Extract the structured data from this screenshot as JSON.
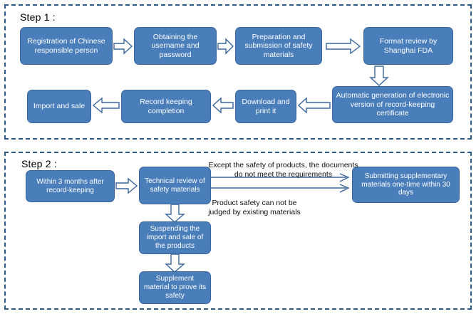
{
  "figure": {
    "kind": "flowchart",
    "accent_box_fill": "#4a7ebb",
    "accent_box_border": "#3a669c",
    "panel_border": "#2e5b8a",
    "background": "#ffffff"
  },
  "step1": {
    "title": "Step 1 :",
    "row1": [
      {
        "label": "Registration of Chinese responsible person"
      },
      {
        "label": "Obtaining the username and password"
      },
      {
        "label": "Preparation and submission of safety materials"
      },
      {
        "label": "Format review by Shanghai FDA"
      }
    ],
    "row2": [
      {
        "label": "Automatic generation of electronic version of record-keeping certificate"
      },
      {
        "label": "Download and print it"
      },
      {
        "label": "Record keeping completion"
      },
      {
        "label": "Import and sale"
      }
    ]
  },
  "step2": {
    "title": "Step 2 :",
    "boxes": {
      "start": {
        "label": "Within 3 months after record-keeping"
      },
      "review": {
        "label": "Technical review of safety materials"
      },
      "supplement_right": {
        "label": "Submitting supplementary materials one-time within 30 days"
      },
      "suspend": {
        "label": "Suspending the import and sale of the products"
      },
      "prove": {
        "label": "Supplement material to prove its safety"
      }
    },
    "annotations": {
      "top": "Except the safety of products, the documents\ndo not meet the requirements",
      "middle": "Product safety can not be\njudged by existing materials"
    }
  }
}
